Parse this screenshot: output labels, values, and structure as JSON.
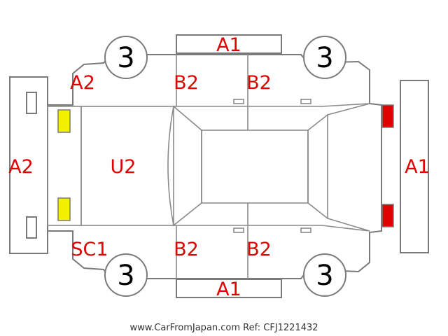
{
  "labels": {
    "front_right_wheel": "3",
    "rear_right_wheel": "3",
    "front_left_wheel": "3",
    "rear_left_wheel": "3",
    "top_panel": "A1",
    "right_front_door": "B2",
    "right_rear_door": "B2",
    "front_right_fender": "A2",
    "front_bumper": "A2",
    "hood": "U2",
    "rear_bumper": "A1",
    "front_left_fender": "SC1",
    "left_front_door": "B2",
    "left_rear_door": "B2",
    "bottom_panel": "A1"
  },
  "footer": {
    "text": "www.CarFromJapan.com Ref: CFJ1221432"
  },
  "colors": {
    "label": "#e00000",
    "outline": "#7a7a7a",
    "headlight": "#f2f200",
    "taillight": "#e00000"
  }
}
